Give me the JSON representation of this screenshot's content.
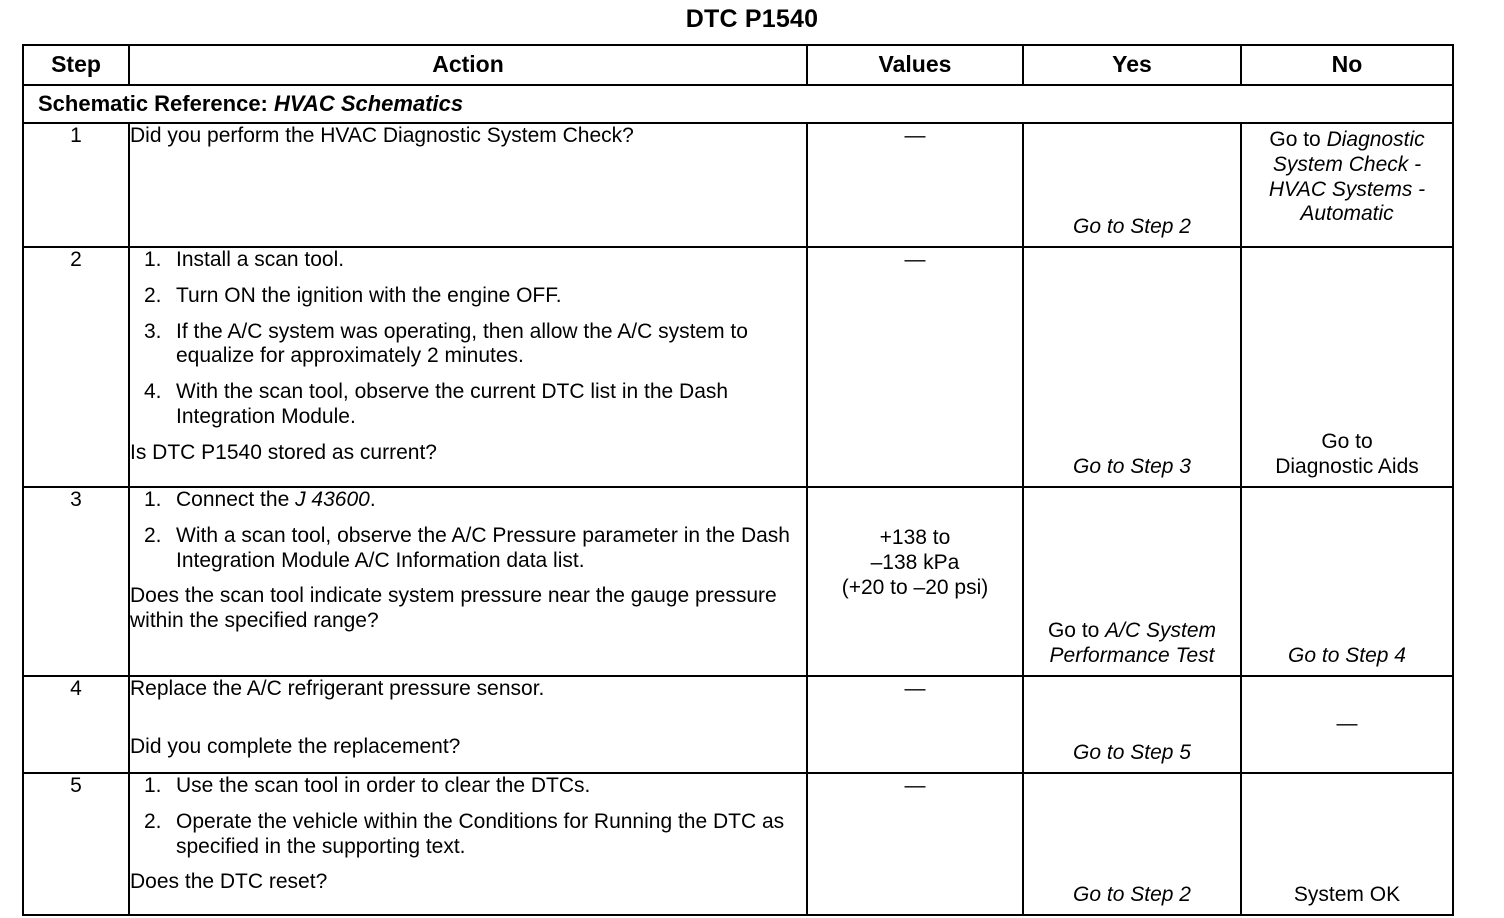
{
  "document": {
    "title": "DTC P1540"
  },
  "table": {
    "columns": [
      "Step",
      "Action",
      "Values",
      "Yes",
      "No"
    ],
    "schematic_reference": {
      "label": "Schematic Reference:",
      "value": "HVAC Schematics"
    },
    "rows": [
      {
        "step": "1",
        "action_lead": "Did you perform the HVAC Diagnostic System Check?",
        "action_items": [],
        "action_question": "",
        "values": "—",
        "yes_prefix": "",
        "yes_italic": "Go to Step 2",
        "no_prefix": "Go to ",
        "no_italic": "Diagnostic System Check - HVAC Systems - Automatic"
      },
      {
        "step": "2",
        "action_lead": "",
        "action_items": [
          {
            "num": "1.",
            "text": "Install a scan tool."
          },
          {
            "num": "2.",
            "text": "Turn ON the ignition with the engine OFF."
          },
          {
            "num": "3.",
            "text": "If the A/C system was operating, then allow the A/C system to equalize for approximately 2 minutes."
          },
          {
            "num": "4.",
            "text": "With the scan tool, observe the current DTC list in the Dash Integration Module."
          }
        ],
        "action_question": "Is DTC P1540 stored as current?",
        "values": "—",
        "yes_prefix": "",
        "yes_italic": "Go to Step 3",
        "no_prefix": "Go to\nDiagnostic Aids",
        "no_italic": ""
      },
      {
        "step": "3",
        "action_lead": "",
        "action_items": [
          {
            "num": "1.",
            "text": "Connect the ",
            "text_italic": "J 43600",
            "text_tail": "."
          },
          {
            "num": "2.",
            "text": "With a scan tool, observe the A/C Pressure parameter in the Dash Integration Module A/C Information data list."
          }
        ],
        "action_question": "Does the scan tool indicate system pressure near the gauge pressure within the specified range?",
        "values_lines": [
          "+138 to",
          "–138 kPa",
          "(+20 to –20 psi)"
        ],
        "yes_prefix": "Go to ",
        "yes_italic": "A/C System Performance Test",
        "no_prefix": "",
        "no_italic": "Go to Step 4"
      },
      {
        "step": "4",
        "action_lead": "Replace the A/C refrigerant pressure sensor.",
        "action_items": [],
        "action_question": "Did you complete the replacement?",
        "values": "—",
        "yes_prefix": "",
        "yes_italic": "Go to Step 5",
        "no_prefix": "—",
        "no_italic": ""
      },
      {
        "step": "5",
        "action_lead": "",
        "action_items": [
          {
            "num": "1.",
            "text": "Use the scan tool in order to clear the DTCs."
          },
          {
            "num": "2.",
            "text": "Operate the vehicle within the Conditions for Running the DTC as specified in the supporting text."
          }
        ],
        "action_question": "Does the DTC reset?",
        "values": "—",
        "yes_prefix": "",
        "yes_italic": "Go to Step 2",
        "no_prefix": "System OK",
        "no_italic": ""
      }
    ]
  }
}
